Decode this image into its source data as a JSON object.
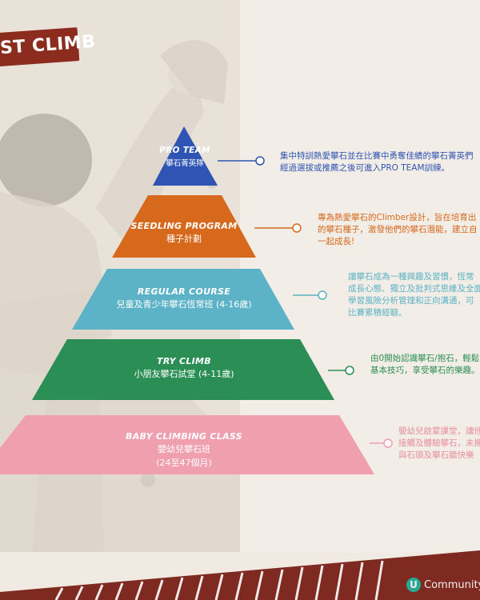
{
  "title": "ST CLIMB",
  "colors": {
    "pro_team": "#2f54b3",
    "seedling": "#d7691d",
    "regular": "#5cb2c6",
    "try_climb": "#2b8f55",
    "baby": "#f09fae",
    "banner": "#8b2c1f"
  },
  "tiers": [
    {
      "en": "PRO TEAM",
      "en2": "",
      "zh": "攀石菁英隊",
      "zh2": "",
      "desc": [
        "集中特訓熱愛攀石並在比賽中勇奪佳績的攀石菁英們",
        "經過選拔或推薦之後可進入PRO TEAM訓練。"
      ]
    },
    {
      "en": "SEEDLING PROGRAM",
      "zh": "種子計劃",
      "zh2": "",
      "desc": [
        "專為熱愛攀石的Climber設計，旨在培育出",
        "的攀石種子，激發他們的攀石潛能，建立自",
        "一起成長!"
      ]
    },
    {
      "en": "REGULAR COURSE",
      "zh": "兒童及青少年攀石恆常班 (4-16歲)",
      "zh2": "",
      "desc": [
        "讓攀石成為一種興趣及習慣，恆常",
        "成長心態、獨立及批判式思維及全面",
        "學習風險分析管理和正向溝通，可",
        "比賽累積經驗。"
      ]
    },
    {
      "en": "TRY CLIMB",
      "zh": "小朋友攀石試堂 (4-11歲)",
      "zh2": "",
      "desc": [
        "由0開始認識攀石/抱石，輕鬆",
        "基本技巧，享受攀石的樂趣。"
      ]
    },
    {
      "en": "BABY CLIMBING CLASS",
      "zh": "嬰幼兒攀石班",
      "zh2": "(24至47個月)",
      "desc": [
        "嬰幼兒啟蒙課堂，讓他",
        "接觸及體驗攀石，未擁",
        "與石頭及攀石牆快樂"
      ]
    }
  ],
  "badge": {
    "icon": "U",
    "label": "Community"
  }
}
